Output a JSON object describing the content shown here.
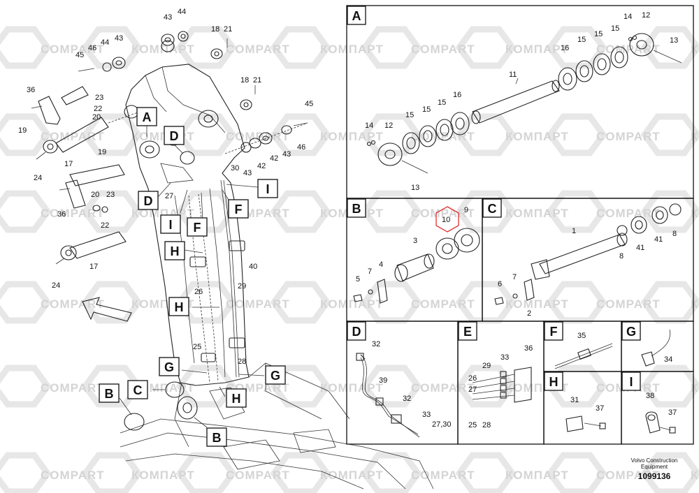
{
  "watermark": {
    "latin": "COMPART",
    "cyrillic": "КОМПАРТ"
  },
  "footer": {
    "company_line1": "Volvo Construction",
    "company_line2": "Equipment",
    "drawing_number": "1099136"
  },
  "panels": {
    "A": "A",
    "B": "B",
    "C": "C",
    "D": "D",
    "E": "E",
    "F": "F",
    "G": "G",
    "H": "H",
    "I": "I"
  },
  "callouts": {
    "A": "A",
    "B1": "B",
    "B2": "B",
    "C": "C",
    "D1": "D",
    "D2": "D",
    "F1": "F",
    "F2": "F",
    "G1": "G",
    "G2": "G",
    "H1": "H",
    "H2": "H",
    "H3": "H",
    "I1": "I",
    "I2": "I"
  },
  "main_labels": {
    "m43a": "43",
    "m44a": "44",
    "m18a": "18",
    "m21a": "21",
    "m45a": "45",
    "m46a": "46",
    "m44b": "44",
    "m43b": "43",
    "m36a": "36",
    "m23a": "23",
    "m22a": "22",
    "m20a": "20",
    "m19a": "19",
    "m17a": "17",
    "m24a": "24",
    "m18b": "18",
    "m21b": "21",
    "m45b": "45",
    "m46b": "46",
    "m43c": "43",
    "m42a": "42",
    "m42b": "42",
    "m43d": "43",
    "m30": "30",
    "m19b": "19",
    "m20b": "20",
    "m23b": "23",
    "m36b": "36",
    "m22b": "22",
    "m17b": "17",
    "m24b": "24",
    "m27": "27",
    "m40": "40",
    "m26": "26",
    "m29": "29",
    "m25": "25",
    "m28": "28"
  },
  "panelA_labels": {
    "a14a": "14",
    "a12a": "12",
    "a13a": "13",
    "a15a": "15",
    "a15b": "15",
    "a15c": "15",
    "a16a": "16",
    "a11": "11",
    "a14b": "14",
    "a12b": "12",
    "a15d": "15",
    "a15e": "15",
    "a15f": "15",
    "a16b": "16",
    "a13b": "13"
  },
  "panelB_labels": {
    "b10": "10",
    "b9": "9",
    "b3": "3",
    "b4": "4",
    "b7": "7",
    "b5": "5"
  },
  "panelC_labels": {
    "c1": "1",
    "c8a": "8",
    "c41a": "41",
    "c8b": "8",
    "c41b": "41",
    "c7": "7",
    "c6": "6",
    "c2": "2"
  },
  "panelD_labels": {
    "d32a": "32",
    "d39": "39",
    "d32b": "32",
    "d33": "33",
    "d2730": "27,30"
  },
  "panelE_labels": {
    "e36": "36",
    "e33": "33",
    "e29": "29",
    "e26": "26",
    "e27": "27",
    "e25": "25",
    "e28": "28"
  },
  "panelF_labels": {
    "f35": "35"
  },
  "panelG_labels": {
    "g34": "34"
  },
  "panelH_labels": {
    "h31": "31",
    "h37": "37"
  },
  "panelI_labels": {
    "i38": "38",
    "i37": "37"
  },
  "colors": {
    "line": "#222222",
    "watermark": "#d4d4d4",
    "highlight": "#e03030"
  }
}
